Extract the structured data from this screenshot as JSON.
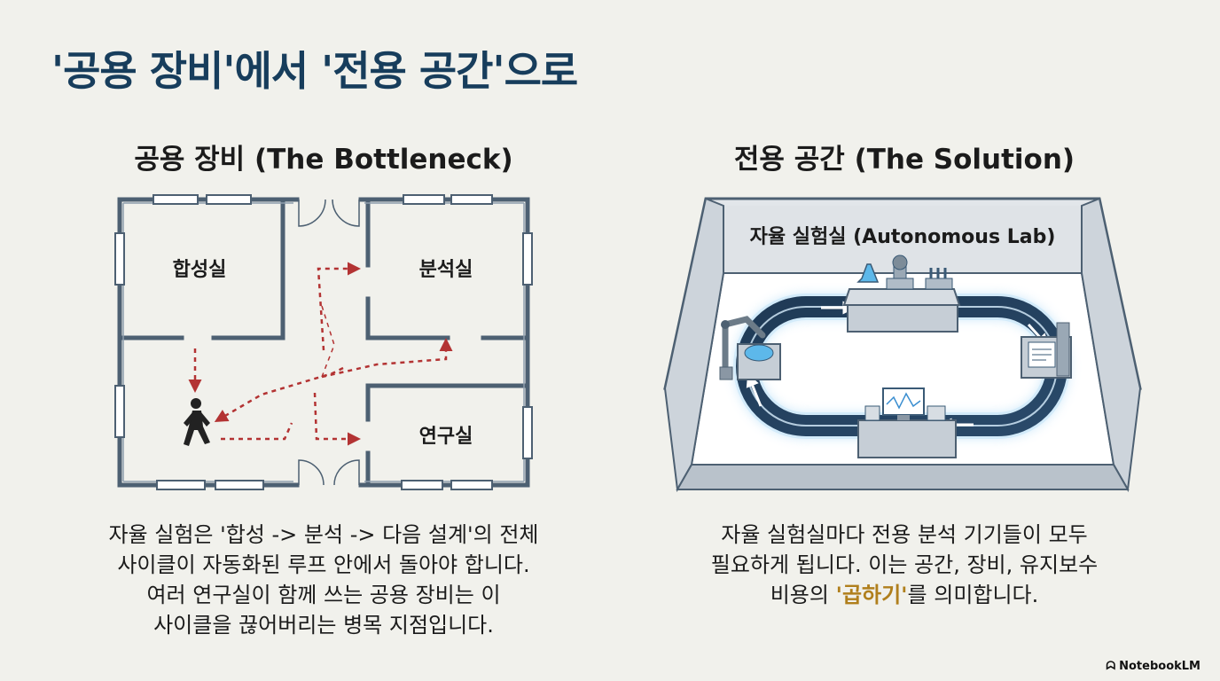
{
  "title": "'공용 장비'에서 '전용 공간'으로",
  "left": {
    "heading": "공용 장비 (The Bottleneck)",
    "rooms": [
      "합성실",
      "분석실",
      "연구실"
    ],
    "caption_lines": [
      "자율 실험은 '합성 -> 분석 -> 다음 설계'의 전체",
      "사이클이 자동화된 루프 안에서 돌아야 합니다.",
      "여러 연구실이 함께 쓰는 공용 장비는 이",
      "사이클을 끊어버리는 병목 지점입니다."
    ]
  },
  "right": {
    "heading": "전용 공간 (The Solution)",
    "lab_label": "자율 실험실 (Autonomous Lab)",
    "caption_lines": [
      "자율 실험실마다 전용 분석 기기들이 모두",
      "필요하게 됩니다. 이는 공간, 장비, 유지보수"
    ],
    "caption_last_prefix": "비용의 ",
    "caption_highlight": "'곱하기'",
    "caption_last_suffix": "를 의미합니다.",
    "highlight_color": "#b07f1c"
  },
  "brand": {
    "icon": "notebooklm-icon",
    "name": "NotebookLM"
  }
}
